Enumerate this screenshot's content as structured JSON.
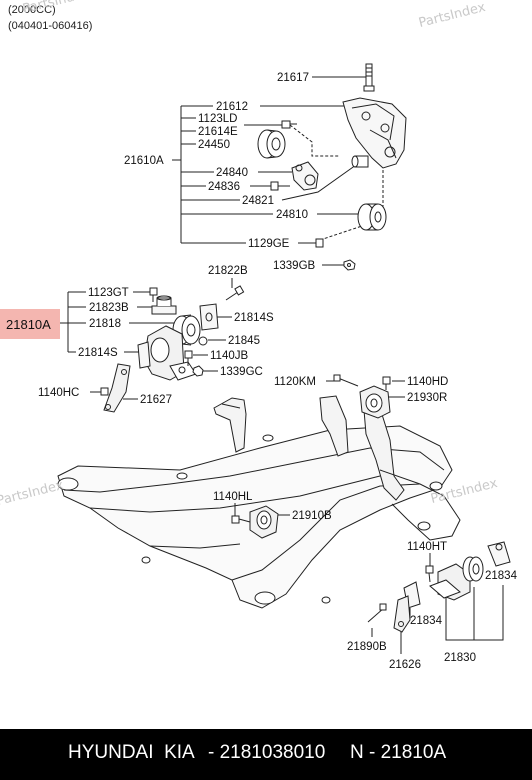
{
  "header": {
    "line1": "(2000CC)",
    "line2": "(040401-060416)"
  },
  "watermark": "PartsIndex",
  "labels": {
    "l21617": "21617",
    "l21612": "21612",
    "l1123LD": "1123LD",
    "l21614E": "21614E",
    "l24450": "24450",
    "l21610A": "21610A",
    "l24840": "24840",
    "l24836": "24836",
    "l24821": "24821",
    "l24810": "24810",
    "l1129GE": "1129GE",
    "l1339GB": "1339GB",
    "l21822B": "21822B",
    "l1123GT": "1123GT",
    "l21823B": "21823B",
    "l21810A": "21810A",
    "l21818": "21818",
    "l21814S_a": "21814S",
    "l21845": "21845",
    "l21814S_b": "21814S",
    "l1140JB": "1140JB",
    "l1339GC": "1339GC",
    "l1140HC": "1140HC",
    "l21627": "21627",
    "l1120KM": "1120KM",
    "l1140HD": "1140HD",
    "l21930R": "21930R",
    "l1140HL": "1140HL",
    "l21910B": "21910B",
    "l1140HT": "1140HT",
    "l21834_a": "21834",
    "l21834_b": "21834",
    "l21890B": "21890B",
    "l21626": "21626",
    "l21830": "21830"
  },
  "highlight_color": "#f4b6b0",
  "footer": {
    "brand": "HYUNDAI  KIA",
    "part": "- 2181038010",
    "code": "N - 21810A"
  }
}
